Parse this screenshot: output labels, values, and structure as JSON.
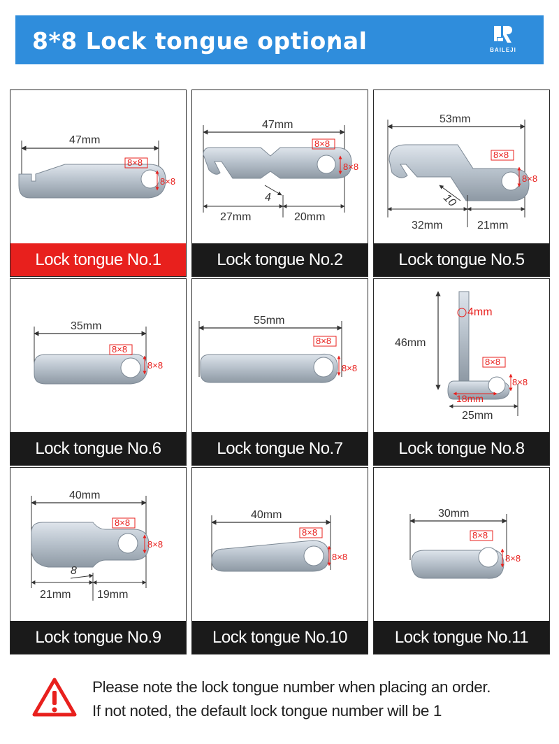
{
  "header": {
    "title": "8*8 Lock tongue optional",
    "brand": "BAILEJI"
  },
  "tongues": [
    {
      "label": "Lock tongue No.1",
      "length": "47mm",
      "square": "8×8",
      "selected": true
    },
    {
      "label": "Lock tongue No.2",
      "length": "47mm",
      "square": "8×8",
      "seg1": "27mm",
      "seg2": "20mm",
      "offset": "4"
    },
    {
      "label": "Lock tongue No.5",
      "length": "53mm",
      "square": "8×8",
      "seg1": "32mm",
      "seg2": "21mm",
      "offset": "10"
    },
    {
      "label": "Lock tongue No.6",
      "length": "35mm",
      "square": "8×8"
    },
    {
      "label": "Lock tongue No.7",
      "length": "55mm",
      "square": "8×8"
    },
    {
      "label": "Lock tongue No.8",
      "height": "46mm",
      "pin": "4mm",
      "square": "8×8",
      "seg1": "18mm",
      "width": "25mm"
    },
    {
      "label": "Lock tongue No.9",
      "length": "40mm",
      "square": "8×8",
      "seg1": "21mm",
      "seg2": "19mm",
      "offset": "8"
    },
    {
      "label": "Lock tongue No.10",
      "length": "40mm",
      "square": "8×8"
    },
    {
      "label": "Lock tongue No.11",
      "length": "30mm",
      "square": "8×8"
    }
  ],
  "note": {
    "line1": "Please note the lock tongue number when placing an order.",
    "line2": "If not noted, the default lock tongue number will be 1"
  },
  "colors": {
    "header": "#2f8ddc",
    "label_selected": "#e8201d",
    "label_default": "#1a1a1a",
    "warning": "#e8201d"
  }
}
